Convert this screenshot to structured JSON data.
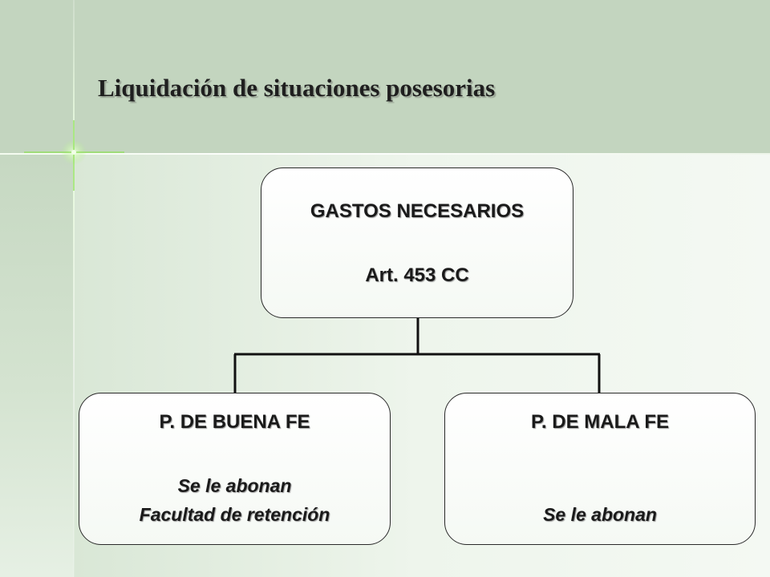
{
  "slide": {
    "title": "Liquidación de situaciones posesorias"
  },
  "diagram": {
    "root": {
      "heading": "GASTOS NECESARIOS",
      "reference": "Art. 453 CC"
    },
    "children": [
      {
        "heading": "P. DE BUENA FE",
        "lines": [
          "Se le abonan",
          "Facultad de retención"
        ]
      },
      {
        "heading": "P. DE MALA FE",
        "lines": [
          "Se le abonan"
        ]
      }
    ]
  },
  "colors": {
    "background": "#c3d5bf",
    "node_fill": "#ffffff",
    "node_border": "#2a2a2a",
    "connector": "#111111",
    "text": "#1a1a1a"
  }
}
